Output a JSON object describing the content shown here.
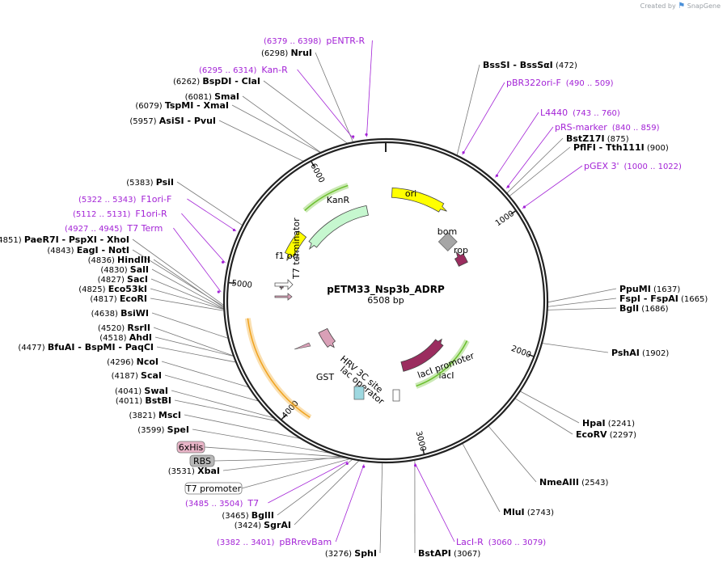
{
  "watermark": {
    "prefix": "Created by",
    "brand": "SnapGene"
  },
  "plasmid": {
    "name": "pETM33_Nsp3b_ADRP",
    "length_label": "6508 bp",
    "length": 6508
  },
  "ticks": [
    "1000",
    "2000",
    "3000",
    "4000",
    "5000",
    "6000"
  ],
  "enzymes": [
    {
      "pos": 6298,
      "text": "NruI",
      "side": "left"
    },
    {
      "pos": 6262,
      "text": "BspDI - ClaI",
      "side": "left"
    },
    {
      "pos": 6081,
      "text": "SmaI",
      "side": "left"
    },
    {
      "pos": 6079,
      "text": "TspMI - XmaI",
      "side": "left"
    },
    {
      "pos": 5957,
      "text": "AsiSI - PvuI",
      "side": "left"
    },
    {
      "pos": 5383,
      "text": "PsiI",
      "side": "left"
    },
    {
      "pos": 4851,
      "text": "PaeR7I - PspXI - XhoI",
      "side": "left"
    },
    {
      "pos": 4843,
      "text": "EagI - NotI",
      "side": "left"
    },
    {
      "pos": 4836,
      "text": "HindIII",
      "side": "left"
    },
    {
      "pos": 4830,
      "text": "SalI",
      "side": "left"
    },
    {
      "pos": 4827,
      "text": "SacI",
      "side": "left"
    },
    {
      "pos": 4825,
      "text": "Eco53kI",
      "side": "left"
    },
    {
      "pos": 4817,
      "text": "EcoRI",
      "side": "left"
    },
    {
      "pos": 4638,
      "text": "BsiWI",
      "side": "left"
    },
    {
      "pos": 4520,
      "text": "RsrII",
      "side": "left"
    },
    {
      "pos": 4518,
      "text": "AhdI",
      "side": "left"
    },
    {
      "pos": 4477,
      "text": "BfuAI - BspMI - PaqCI",
      "side": "left"
    },
    {
      "pos": 4296,
      "text": "NcoI",
      "side": "left"
    },
    {
      "pos": 4187,
      "text": "ScaI",
      "side": "left"
    },
    {
      "pos": 4041,
      "text": "SwaI",
      "side": "left"
    },
    {
      "pos": 4011,
      "text": "BstBI",
      "side": "left"
    },
    {
      "pos": 3821,
      "text": "MscI",
      "side": "left"
    },
    {
      "pos": 3599,
      "text": "SpeI",
      "side": "left"
    },
    {
      "pos": 3531,
      "text": "XbaI",
      "side": "left"
    },
    {
      "pos": 3465,
      "text": "BglII",
      "side": "left"
    },
    {
      "pos": 3424,
      "text": "SgrAI",
      "side": "left"
    },
    {
      "pos": 3276,
      "text": "SphI",
      "side": "left"
    },
    {
      "pos": 472,
      "text": "BssSI - BssSαI",
      "side": "right"
    },
    {
      "pos": 875,
      "text": "BstZ17I",
      "side": "right"
    },
    {
      "pos": 900,
      "text": "PflFI - Tth111I",
      "side": "right"
    },
    {
      "pos": 1637,
      "text": "PpuMI",
      "side": "right"
    },
    {
      "pos": 1665,
      "text": "FspI - FspAI",
      "side": "right"
    },
    {
      "pos": 1686,
      "text": "BglI",
      "side": "right"
    },
    {
      "pos": 1902,
      "text": "PshAI",
      "side": "right"
    },
    {
      "pos": 2241,
      "text": "HpaI",
      "side": "right"
    },
    {
      "pos": 2297,
      "text": "EcoRV",
      "side": "right"
    },
    {
      "pos": 2543,
      "text": "NmeAIII",
      "side": "right"
    },
    {
      "pos": 2743,
      "text": "MluI",
      "side": "right"
    },
    {
      "pos": 3067,
      "text": "BstAPI",
      "side": "right"
    }
  ],
  "primers": [
    {
      "range": "(6379 .. 6398)",
      "text": "pENTR-R"
    },
    {
      "range": "(6295 .. 6314)",
      "text": "Kan-R"
    },
    {
      "range": "(5322 .. 5343)",
      "text": "F1ori-F"
    },
    {
      "range": "(5112 .. 5131)",
      "text": "F1ori-R"
    },
    {
      "range": "(4927 .. 4945)",
      "text": "T7 Term"
    },
    {
      "range": "(3485 .. 3504)",
      "text": "T7"
    },
    {
      "range": "(3382 .. 3401)",
      "text": "pBRrevBam"
    },
    {
      "range": "(490 .. 509)",
      "text": "pBR322ori-F"
    },
    {
      "range": "(743 .. 760)",
      "text": "L4440"
    },
    {
      "range": "(840 .. 859)",
      "text": "pRS-marker"
    },
    {
      "range": "(1000 .. 1022)",
      "text": "pGEX 3'"
    },
    {
      "range": "(3060 .. 3079)",
      "text": "LacI-R"
    }
  ],
  "features": [
    {
      "text": "ori",
      "color": "#ffff00"
    },
    {
      "text": "bom",
      "color": "#a6a6a6"
    },
    {
      "text": "rop",
      "color": "#9b2d5f"
    },
    {
      "text": "KanR",
      "color": "#c6f7cf"
    },
    {
      "text": "f1 ori",
      "color": "#ffff00"
    },
    {
      "text": "T7 terminator",
      "color": "#ffffff"
    },
    {
      "text": "6xHis",
      "color": "#d9a0b7"
    },
    {
      "text": "HRV 3C site",
      "color": "#d9a0b7"
    },
    {
      "text": "lac operator",
      "color": "#ffffff"
    },
    {
      "text": "GST",
      "color": "#d9a0b7"
    },
    {
      "text": "lacI promoter",
      "color": "#ffffff"
    },
    {
      "text": "lacI",
      "color": "#9b2d5f"
    }
  ],
  "tags": [
    {
      "text": "6xHis",
      "fill": "#e8b4c7"
    },
    {
      "text": "RBS",
      "fill": "#b7b7b7"
    },
    {
      "text": "T7 promoter",
      "fill": "#ffffff"
    }
  ]
}
